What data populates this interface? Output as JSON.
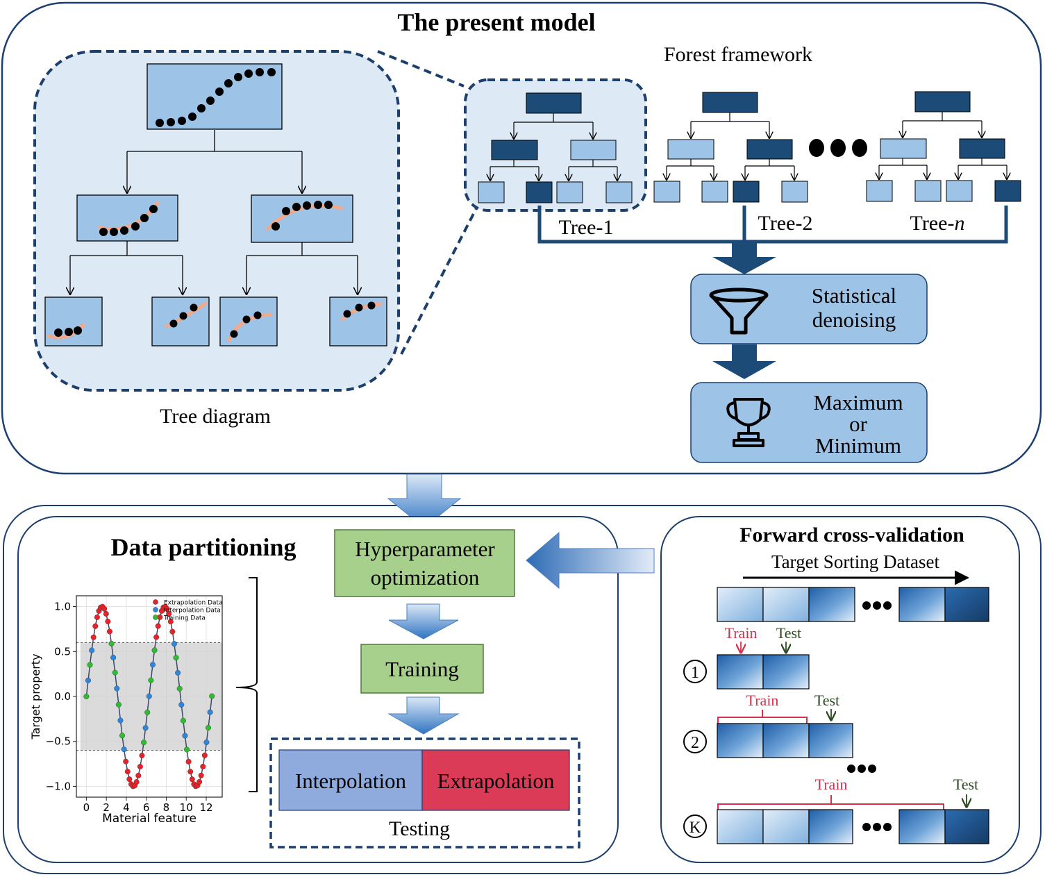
{
  "top_section": {
    "title": "The present model",
    "forest_label": "Forest framework",
    "tree_diagram_label": "Tree diagram",
    "trees": [
      {
        "prefix": "Tree-",
        "suffix": "1"
      },
      {
        "prefix": "Tree-",
        "suffix": "2"
      },
      {
        "prefix": "Tree-",
        "suffix": "n"
      }
    ],
    "stat_box": {
      "line1": "Statistical",
      "line2": "denoising",
      "icon": "funnel-icon"
    },
    "max_box": {
      "line1": "Maximum",
      "line2": "or",
      "line3": "Minimum",
      "icon": "trophy-icon"
    }
  },
  "data_partitioning": {
    "title": "Data partitioning",
    "hyper_line1": "Hyperparameter",
    "hyper_line2": "optimization",
    "training": "Training",
    "interpolation": "Interpolation",
    "extrapolation": "Extrapolation",
    "testing": "Testing"
  },
  "chart_data": {
    "type": "scatter",
    "xlabel": "Material feature",
    "ylabel": "Target property",
    "xlim": [
      -1,
      13.6
    ],
    "ylim": [
      -1.12,
      1.12
    ],
    "xticks": [
      0,
      2,
      4,
      6,
      8,
      10,
      12
    ],
    "yticks": [
      1.0,
      0.5,
      0.0,
      -0.5,
      -1.0
    ],
    "ytick_labels": [
      "1.0",
      "0.5",
      "0.0",
      "−0.5",
      "−1.0"
    ],
    "grid": true,
    "legend_position": "top-right",
    "shaded_band": [
      -0.6,
      0.6
    ],
    "series": [
      {
        "name": "Extrapolation Data",
        "color": "#e8222a",
        "rule": "|y| > 0.6"
      },
      {
        "name": "Interpolation Data",
        "color": "#2e86de",
        "rule": "|y| <= 0.6, odd index"
      },
      {
        "name": "Training Data",
        "color": "#2ebd2e",
        "rule": "|y| <= 0.6, even index"
      }
    ],
    "function": "y = sin(x)",
    "x_start": 0,
    "x_end": 12.57,
    "n_points": 71
  },
  "forward_cv": {
    "title": "Forward cross-validation",
    "dataset_label": "Target Sorting Dataset",
    "train": "Train",
    "test": "Test",
    "fold_labels": [
      "1",
      "2",
      "K"
    ],
    "colors": {
      "train": "#d6304a",
      "test": "#2b4a1f"
    }
  },
  "colors": {
    "dark_node": "#1d4b78",
    "light_node": "#9dc3e6",
    "panel_fill": "#dde9f5",
    "accent_green": "#a8d08d",
    "interp_fill": "#8faadc",
    "extrap_fill": "#dc3b58"
  }
}
